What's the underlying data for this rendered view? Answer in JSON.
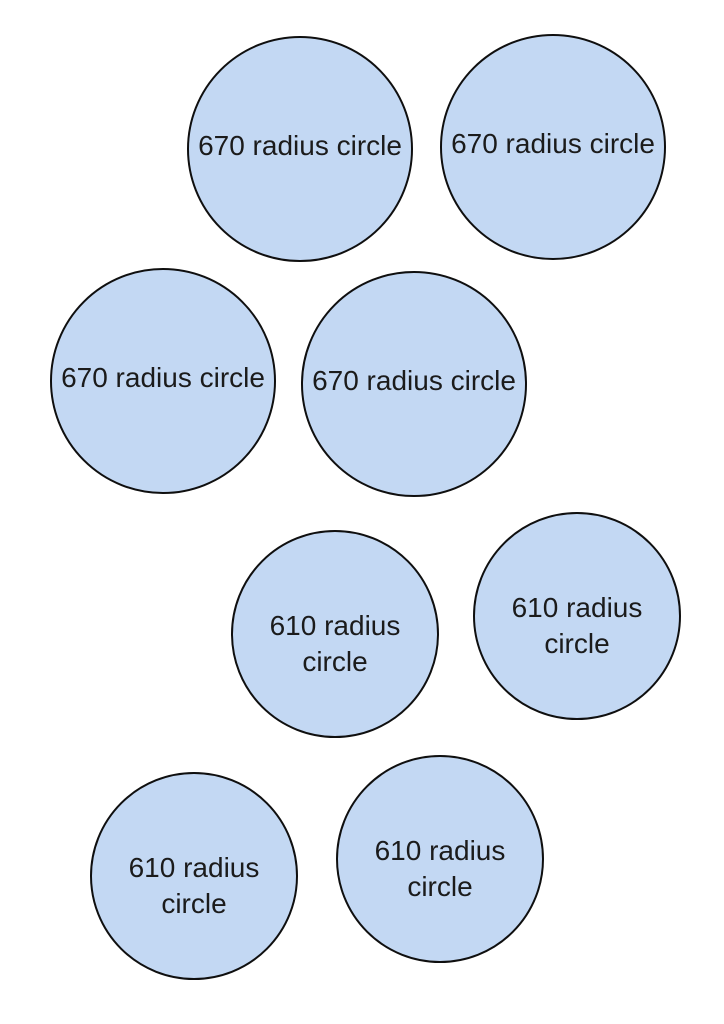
{
  "style": {
    "canvas_bg": "#ffffff",
    "circle_fill": "#c3d8f3",
    "circle_border": "#0f0f0f",
    "text_color": "#1b1b1b"
  },
  "circles": [
    {
      "label": "670 radius circle"
    },
    {
      "label": "670 radius circle"
    },
    {
      "label": "670 radius circle"
    },
    {
      "label": "670 radius circle"
    },
    {
      "label": "610 radius circle"
    },
    {
      "label": "610 radius circle"
    },
    {
      "label": "610 radius circle"
    },
    {
      "label": "610 radius circle"
    }
  ]
}
